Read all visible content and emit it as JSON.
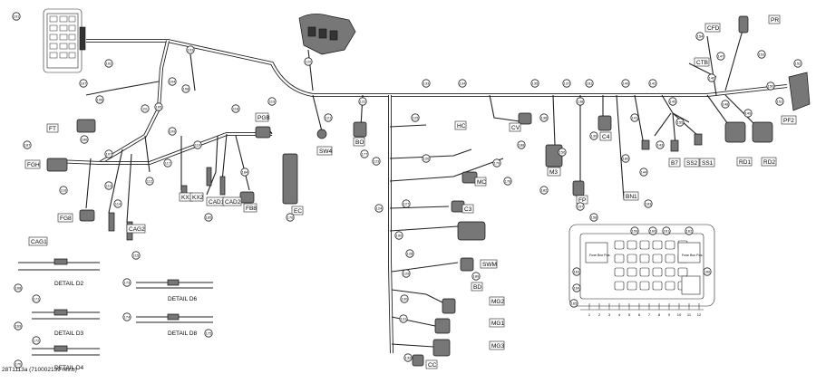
{
  "footer": {
    "ref": "28T1113a (710002139 rev.b)"
  },
  "codes": {
    "pgb": "PGB",
    "ft": "FT",
    "fgh": "FGH",
    "fg8": "FG8",
    "cad1": "CAD1",
    "cad2": "CAD2",
    "cag1": "CAG1",
    "cag2": "CAG2",
    "kx1": "KX1",
    "kx2": "KX2",
    "fb8": "FB8",
    "sw4": "SW4",
    "ec": "EC",
    "bo": "BO",
    "swm": "SWM",
    "mc": "MC",
    "cv": "CV",
    "hc": "HC",
    "m3": "M3",
    "c4": "C4",
    "fp": "FP",
    "b7": "B7",
    "ss2": "SS2",
    "ss1": "SS1",
    "bn1": "BN1",
    "rd1": "RD1",
    "rd2": "RD2",
    "pf2": "PF2",
    "cfd": "CFD",
    "ctb": "CTB",
    "pr": "PR",
    "mg2": "MG2",
    "mg1": "MG1",
    "mg3": "MG3",
    "cc": "CC",
    "bd": "BD",
    "c3": "C3"
  },
  "details": {
    "d2": "DETAIL D2",
    "d6": "DETAIL D6",
    "d3": "DETAIL D3",
    "d8": "DETAIL D8",
    "d4": "DETAIL D4"
  },
  "relay_pos": [
    "1",
    "2",
    "3",
    "4",
    "5",
    "6",
    "7",
    "8",
    "9",
    "10",
    "11",
    "12"
  ],
  "fuse_box": {
    "left_label": "Fuse Box Pos.",
    "right_label": "Fuse Box Pos."
  },
  "bubbles": [
    "101",
    "102",
    "103",
    "104",
    "105",
    "106",
    "107",
    "108",
    "109",
    "110",
    "111",
    "112",
    "113",
    "114",
    "115",
    "116",
    "117",
    "118",
    "119",
    "120",
    "121",
    "122",
    "123",
    "124",
    "125",
    "126",
    "127",
    "128",
    "129",
    "130",
    "131",
    "132",
    "133",
    "134",
    "135",
    "136",
    "137",
    "138",
    "139",
    "140",
    "141",
    "142",
    "143",
    "144",
    "145",
    "146",
    "147",
    "148",
    "149",
    "150",
    "151",
    "152",
    "153",
    "154",
    "155",
    "156",
    "157",
    "158",
    "159",
    "160",
    "161",
    "162",
    "163",
    "164",
    "165",
    "166",
    "167",
    "168",
    "169",
    "170",
    "171",
    "172",
    "173",
    "174",
    "175",
    "176",
    "177",
    "178",
    "179",
    "180",
    "181",
    "182",
    "183",
    "184",
    "185",
    "186",
    "187",
    "188",
    "189",
    "190"
  ]
}
